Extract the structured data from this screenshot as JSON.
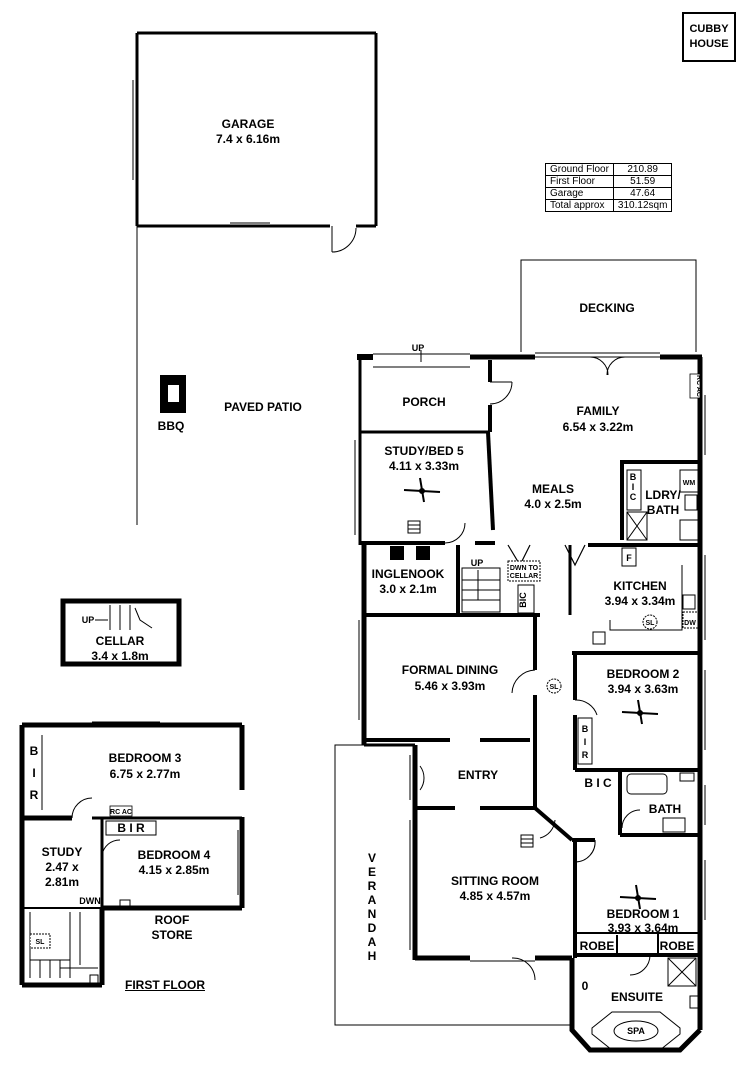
{
  "cubby_house": [
    "CUBBY",
    "HOUSE"
  ],
  "area_table": [
    {
      "label": "Ground Floor",
      "value": "210.89"
    },
    {
      "label": "First Floor",
      "value": "51.59"
    },
    {
      "label": "Garage",
      "value": "47.64"
    },
    {
      "label": "Total approx",
      "value": "310.12sqm"
    }
  ],
  "garage": {
    "name": "GARAGE",
    "size": "7.4 x 6.16m"
  },
  "decking": "DECKING",
  "paved_patio": "PAVED PATIO",
  "bbq": "BBQ",
  "porch": "PORCH",
  "up": "UP",
  "family": {
    "name": "FAMILY",
    "size": "6.54 x 3.22m"
  },
  "study_bed5": {
    "name": "STUDY/BED 5",
    "size": "4.11 x 3.33m"
  },
  "meals": {
    "name": "MEALS",
    "size": "4.0 x 2.5m"
  },
  "laundry": {
    "line1": "LDRY/",
    "line2": "BATH",
    "bic": [
      "B",
      "I",
      "C"
    ],
    "wm": "WM"
  },
  "inglenook": {
    "name": "INGLENOOK",
    "size": "3.0 x 2.1m"
  },
  "stairs_note": {
    "up": "UP",
    "dwn_to": "DWN TO",
    "cellar": "CELLAR",
    "bic": "BIC"
  },
  "kitchen": {
    "name": "KITCHEN",
    "size": "3.94 x 3.34m",
    "f": "F",
    "sl": "SL",
    "dw": "DW"
  },
  "cellar": {
    "name": "CELLAR",
    "size": "3.4 x 1.8m",
    "up": "UP"
  },
  "formal_dining": {
    "name": "FORMAL DINING",
    "size": "5.46 x 3.93m",
    "sl": "SL"
  },
  "bedroom2": {
    "name": "BEDROOM 2",
    "size": "3.94 x 3.63m",
    "bir": [
      "B",
      "I",
      "R"
    ]
  },
  "entry": "ENTRY",
  "bic_hall": "B I C",
  "bath": "BATH",
  "verandah": [
    "V",
    "E",
    "R",
    "A",
    "N",
    "D",
    "A",
    "H"
  ],
  "sitting_room": {
    "name": "SITTING ROOM",
    "size": "4.85 x 4.57m"
  },
  "bedroom1": {
    "name": "BEDROOM 1",
    "size": "3.93 x 3.64m"
  },
  "robe_left": "ROBE",
  "robe_right": "ROBE",
  "ensuite": "ENSUITE",
  "spa": "SPA",
  "bedroom3": {
    "name": "BEDROOM 3",
    "size": "6.75 x 2.77m",
    "bir": [
      "B",
      "I",
      "R"
    ],
    "rcac": "RC AC"
  },
  "study_ff": {
    "name": "STUDY",
    "size_line1": "2.47 x",
    "size_line2": "2.81m"
  },
  "bedroom4": {
    "name": "BEDROOM 4",
    "size": "4.15 x 2.85m",
    "bir": "B I R"
  },
  "roof_store": [
    "ROOF",
    "STORE"
  ],
  "dwn": "DWN",
  "sl_ff": "SL",
  "first_floor_title": "FIRST FLOOR",
  "family_rcac": "RC AC"
}
